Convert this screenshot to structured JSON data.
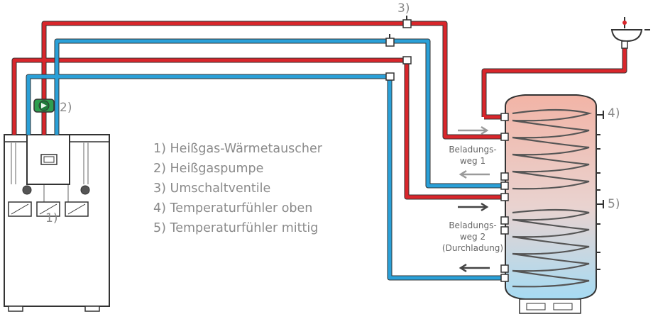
{
  "legend": {
    "items": [
      "1) Heißgas-Wärmetauscher",
      "2) Heißgaspumpe",
      "3) Umschaltventile",
      "4) Temperaturfühler oben",
      "5) Temperaturfühler mittig"
    ]
  },
  "callouts": {
    "c1": "1)",
    "c2": "2)",
    "c3": "3)",
    "c4": "4)",
    "c5": "5)"
  },
  "paths": {
    "path1_line1": "Beladungs-",
    "path1_line2": "weg 1",
    "path2_line1": "Beladungs-",
    "path2_line2": "weg 2",
    "path2_line3": "(Durchladung)"
  },
  "colors": {
    "hot_pipe": "#d9262b",
    "cold_pipe": "#2aa0d8",
    "pipe_outline": "#333333",
    "tank_top": "#f2b2a4",
    "tank_bottom": "#a9dcf2",
    "pump": "#2e9e4f",
    "text": "#8a8a8a"
  }
}
